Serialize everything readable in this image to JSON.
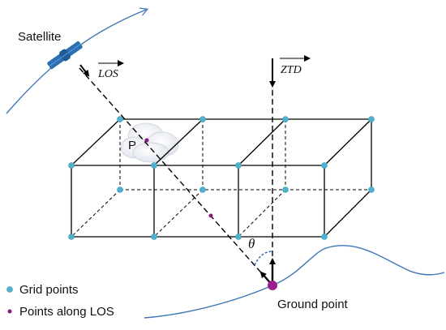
{
  "labels": {
    "satellite": "Satellite",
    "los_vector": "LOS",
    "ztd_vector": "ZTD",
    "point_p": "P",
    "theta": "θ",
    "ground_point": "Ground point"
  },
  "legend": {
    "grid_points": "Grid points",
    "points_along_los": "Points along LOS"
  },
  "colors": {
    "grid_point": "#4fb3d0",
    "los_point": "#8a1a7a",
    "ground_point": "#9b1f8f",
    "orbit": "#3f76b5",
    "terrain": "#3f76b5",
    "angle_arc": "#2f6fbf",
    "satellite_body": "#2a6fb0",
    "cloud": "#eef0f6"
  },
  "icons": {
    "satellite": "satellite-icon",
    "cloud": "cloud-icon"
  }
}
